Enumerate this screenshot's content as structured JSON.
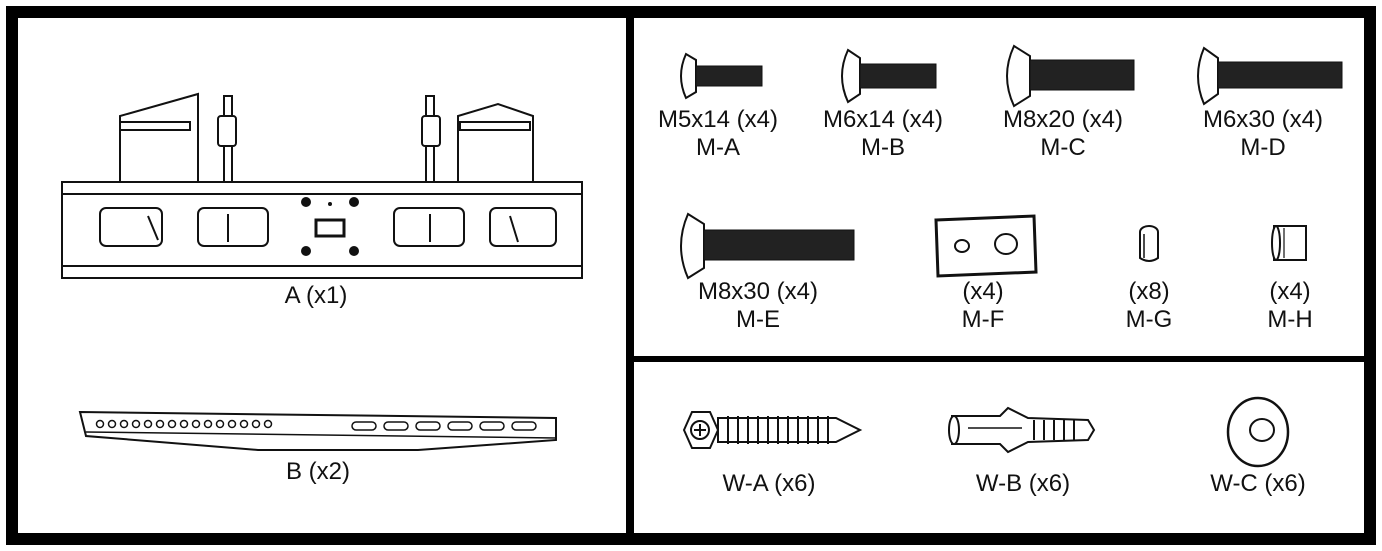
{
  "parts": {
    "A": {
      "label": "A (x1)"
    },
    "B": {
      "label": "B (x2)"
    },
    "MA": {
      "line1": "M5x14 (x4)",
      "line2": "M-A"
    },
    "MB": {
      "line1": "M6x14 (x4)",
      "line2": "M-B"
    },
    "MC": {
      "line1": "M8x20 (x4)",
      "line2": "M-C"
    },
    "MD": {
      "line1": "M6x30 (x4)",
      "line2": "M-D"
    },
    "ME": {
      "line1": "M8x30 (x4)",
      "line2": "M-E"
    },
    "MF": {
      "line1": "(x4)",
      "line2": "M-F"
    },
    "MG": {
      "line1": "(x8)",
      "line2": "M-G"
    },
    "MH": {
      "line1": "(x4)",
      "line2": "M-H"
    },
    "WA": {
      "label": "W-A (x6)"
    },
    "WB": {
      "label": "W-B (x6)"
    },
    "WC": {
      "label": "W-C (x6)"
    }
  }
}
